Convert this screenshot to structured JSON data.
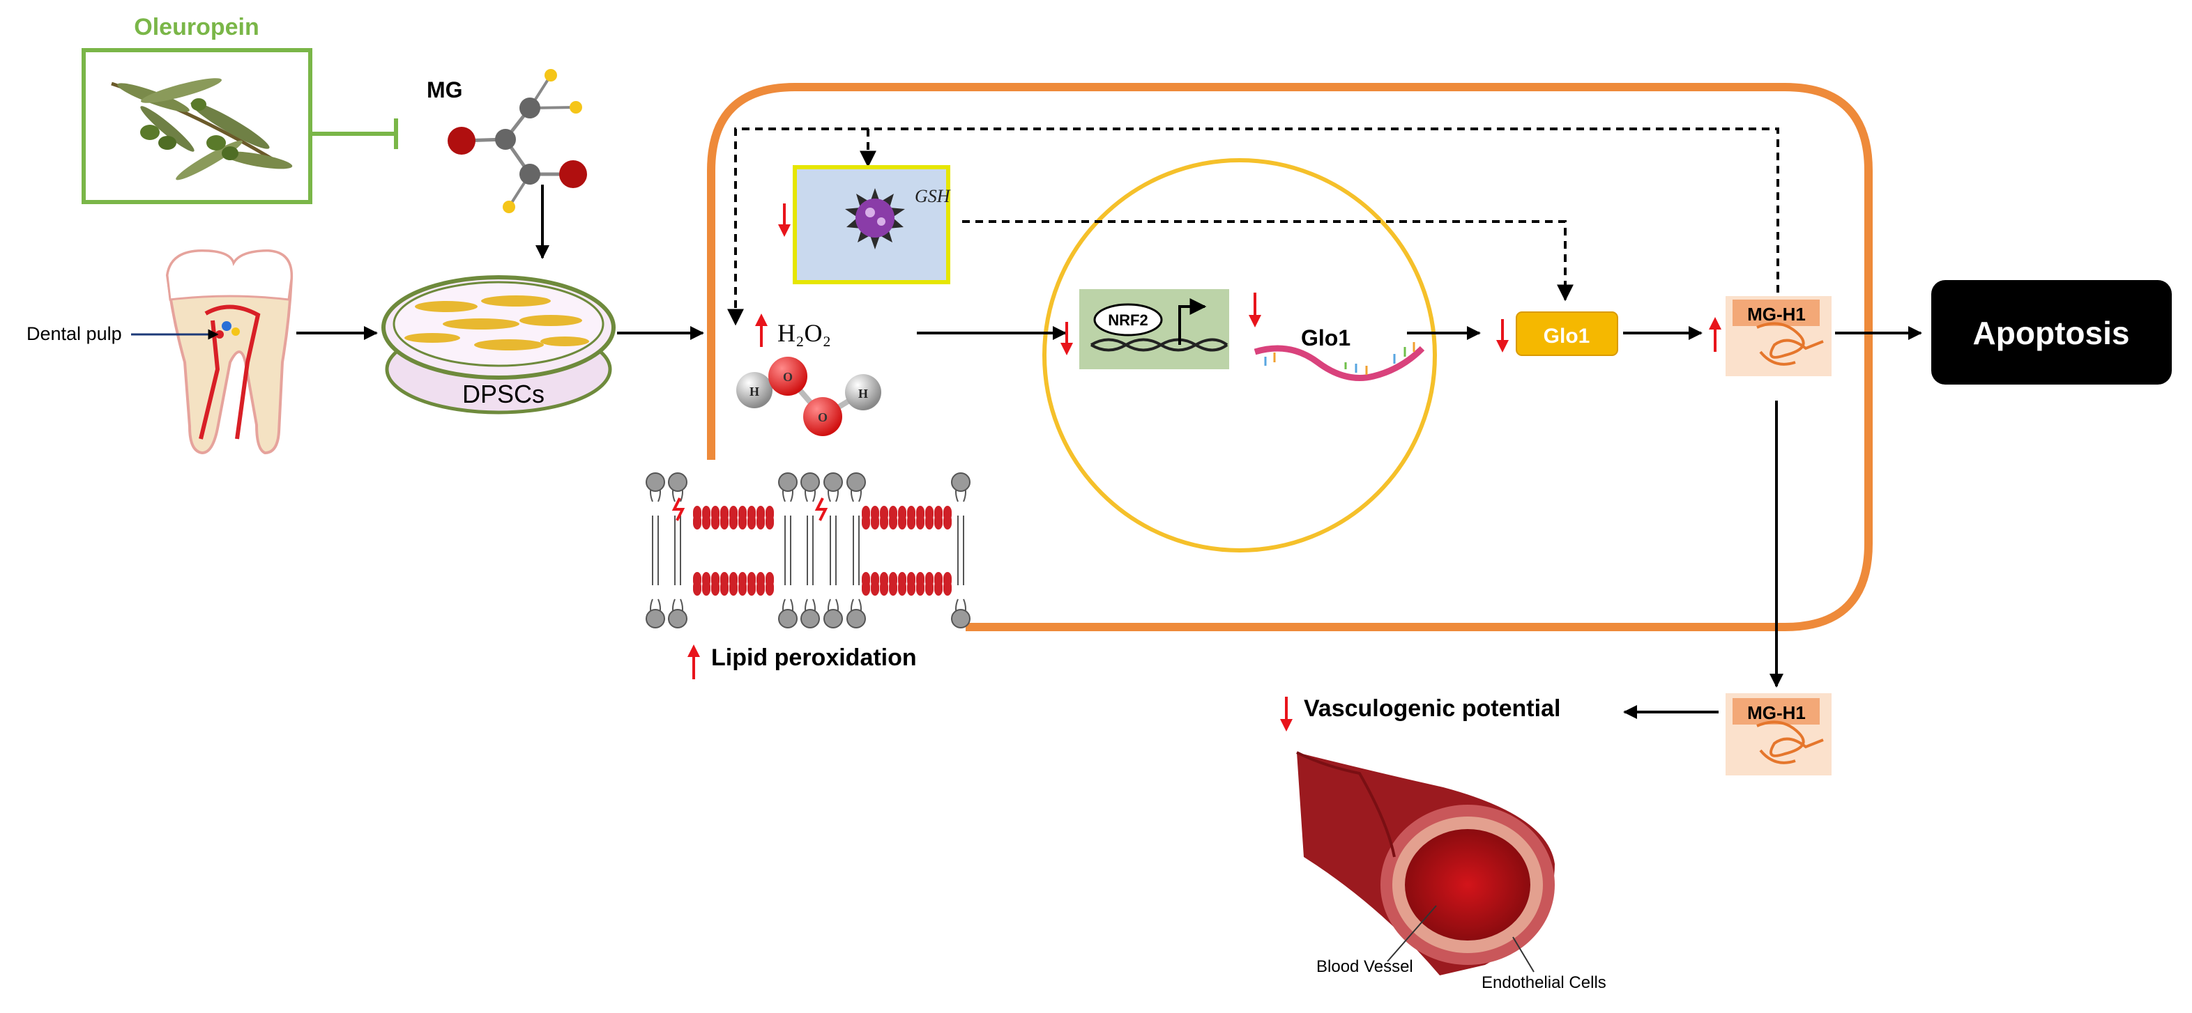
{
  "labels": {
    "oleuropein": "Oleuropein",
    "mg": "MG",
    "dental_pulp": "Dental pulp",
    "dpscs": "DPSCs",
    "gsh": "GSH",
    "h2o2": "H₂O₂",
    "h_atom": "H",
    "o_atom": "O",
    "nrf2": "NRF2",
    "glo1_mrna": "Glo1",
    "glo1_protein": "Glo1",
    "mg_h1": "MG-H1",
    "apoptosis": "Apoptosis",
    "lipid_peroxidation": "Lipid peroxidation",
    "vasculogenic_potential": "Vasculogenic potential",
    "blood_vessel": "Blood Vessel",
    "endothelial_cells": "Endothelial Cells"
  },
  "indicators": {
    "gsh": "down",
    "h2o2": "up",
    "nrf2": "down",
    "glo1_mrna": "down",
    "glo1_protein": "down",
    "mg_h1": "up",
    "lipid_peroxidation": "up",
    "vasculogenic_potential": "down"
  },
  "colors": {
    "cell_border": "#ee8a3a",
    "nucleus_border": "#f5c02a",
    "inhibitor_green": "#7ab648",
    "glo1_fill": "#f5b800",
    "apoptosis_fill": "#000000",
    "arrow_red": "#e8141b",
    "mgh1_fill": "#fbe1cc",
    "mgh1_line": "#e5762c",
    "gsh_border": "#e6e600",
    "gsh_fill": "#c9d9ee",
    "lipid_red": "#cf2027"
  }
}
